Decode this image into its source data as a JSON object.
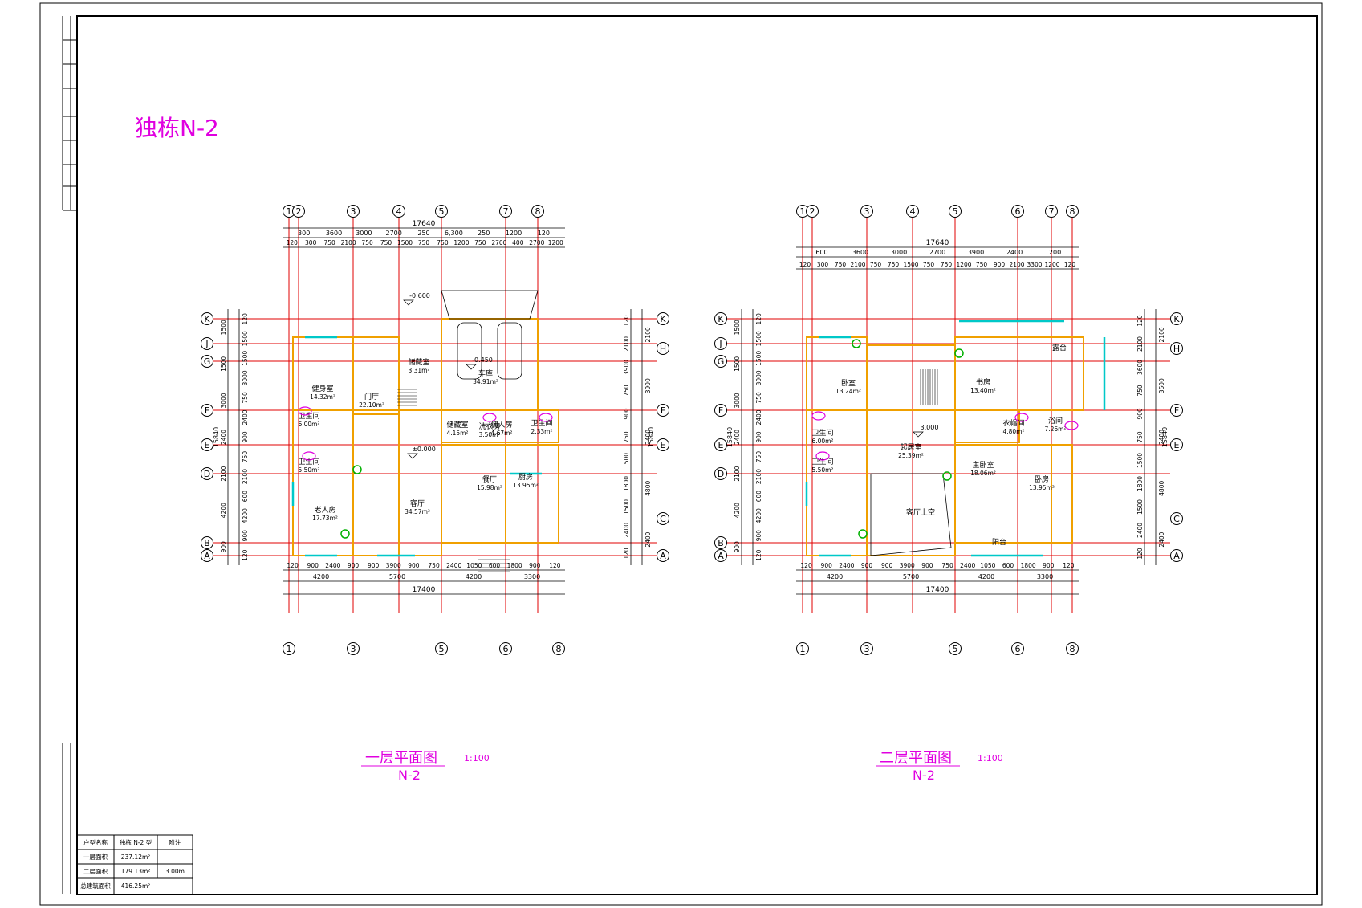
{
  "drawing_title": "独栋N-2",
  "plans": [
    {
      "caption": "一层平面图",
      "code": "N-2",
      "scale": "1:100",
      "top_total": "17640",
      "top_row1": [
        "300",
        "3600",
        "3000",
        "2700",
        "250",
        "6,300",
        "250",
        "1200",
        "120"
      ],
      "top_row2": [
        "120",
        "300",
        "750",
        "2100",
        "750",
        "750",
        "1500",
        "750",
        "750",
        "1200",
        "750",
        "2700",
        "400",
        "2700",
        "1200"
      ],
      "bottom_row1": [
        "120",
        "900",
        "2400",
        "900",
        "900",
        "3900",
        "900",
        "750",
        "2400",
        "1050",
        "600",
        "1800",
        "900",
        "120"
      ],
      "bottom_row2": [
        "4200",
        "5700",
        "4200",
        "3300"
      ],
      "bottom_total": "17400",
      "top_axes": [
        "1",
        "2",
        "3",
        "4",
        "5",
        "7",
        "8"
      ],
      "bottom_axes": [
        "1",
        "3",
        "5",
        "6",
        "8"
      ],
      "left_axes": [
        "K",
        "J",
        "G",
        "F",
        "E",
        "D",
        "B",
        "A"
      ],
      "right_axes": [
        "K",
        "H",
        "F",
        "E",
        "C",
        "A"
      ],
      "left_dims": [
        "120",
        "1500",
        "1500",
        "3000",
        "750",
        "2400",
        "900",
        "750",
        "2100",
        "600",
        "4200",
        "900",
        "120"
      ],
      "left_dims2": [
        "1500",
        "1500",
        "3000",
        "2400",
        "2100",
        "4200",
        "900"
      ],
      "left_total": "15840",
      "right_dims": [
        "120",
        "2100",
        "3900",
        "750",
        "900",
        "750",
        "1500",
        "1800",
        "1500",
        "2400",
        "120"
      ],
      "right_dims2": [
        "2100",
        "3900",
        "2400",
        "4800",
        "2400"
      ],
      "right_total": "15840",
      "rooms": [
        {
          "name": "健身室",
          "area": "14.32m²"
        },
        {
          "name": "门厅",
          "area": "22.10m²"
        },
        {
          "name": "储藏室",
          "area": "3.31m²"
        },
        {
          "name": "车库",
          "area": "34.91m²"
        },
        {
          "name": "卫生间",
          "area": "6.00m²"
        },
        {
          "name": "卫生间",
          "area": "5.50m²"
        },
        {
          "name": "老人房",
          "area": "17.73m²"
        },
        {
          "name": "客厅",
          "area": "34.57m²"
        },
        {
          "name": "储藏室",
          "area": "4.15m²"
        },
        {
          "name": "洗衣房",
          "area": "3.50m²"
        },
        {
          "name": "佣人房",
          "area": "4.67m²"
        },
        {
          "name": "卫生间",
          "area": "2.33m²"
        },
        {
          "name": "餐厅",
          "area": "15.98m²"
        },
        {
          "name": "厨房",
          "area": "13.95m²"
        }
      ],
      "levels": [
        "-0.600",
        "-0.450",
        "±0.000"
      ]
    },
    {
      "caption": "二层平面图",
      "code": "N-2",
      "scale": "1:100",
      "top_total": "17640",
      "top_row1": [
        "600",
        "3600",
        "3000",
        "2700",
        "3900",
        "2400",
        "1200"
      ],
      "top_row2": [
        "120",
        "300",
        "750",
        "2100",
        "750",
        "750",
        "1500",
        "750",
        "750",
        "1200",
        "750",
        "900",
        "2100",
        "3300",
        "1200",
        "120"
      ],
      "bottom_row1": [
        "120",
        "900",
        "2400",
        "900",
        "900",
        "3900",
        "900",
        "750",
        "2400",
        "1050",
        "600",
        "1800",
        "900",
        "120"
      ],
      "bottom_row2": [
        "4200",
        "5700",
        "4200",
        "3300"
      ],
      "bottom_total": "17400",
      "top_axes": [
        "1",
        "2",
        "3",
        "4",
        "5",
        "6",
        "7",
        "8"
      ],
      "bottom_axes": [
        "1",
        "3",
        "5",
        "6",
        "8"
      ],
      "left_axes": [
        "K",
        "J",
        "G",
        "F",
        "E",
        "D",
        "B",
        "A"
      ],
      "right_axes": [
        "K",
        "H",
        "F",
        "E",
        "C",
        "A"
      ],
      "left_dims": [
        "120",
        "1500",
        "1500",
        "3000",
        "750",
        "2400",
        "900",
        "750",
        "2100",
        "600",
        "4200",
        "900",
        "120"
      ],
      "left_dims2": [
        "1500",
        "1500",
        "3000",
        "2400",
        "2100",
        "4200",
        "900"
      ],
      "left_total": "15840",
      "right_dims": [
        "120",
        "2100",
        "3600",
        "750",
        "900",
        "750",
        "1500",
        "1800",
        "1500",
        "2400",
        "120"
      ],
      "right_dims2": [
        "2100",
        "3600",
        "2400",
        "4800",
        "2400"
      ],
      "right_total": "15840",
      "rooms": [
        {
          "name": "卧室",
          "area": "13.24m²"
        },
        {
          "name": "书房",
          "area": "13.40m²"
        },
        {
          "name": "露台",
          "area": ""
        },
        {
          "name": "卫生间",
          "area": "6.00m²"
        },
        {
          "name": "卫生间",
          "area": "5.50m²"
        },
        {
          "name": "起居室",
          "area": "25.39m²"
        },
        {
          "name": "衣帽间",
          "area": "4.80m²"
        },
        {
          "name": "浴间",
          "area": "7.26m²"
        },
        {
          "name": "主卧室",
          "area": "18.06m²"
        },
        {
          "name": "卧房",
          "area": "13.95m²"
        },
        {
          "name": "客厅上空",
          "area": ""
        },
        {
          "name": "阳台",
          "area": ""
        }
      ],
      "levels": [
        "3.000"
      ]
    }
  ],
  "title_block": {
    "rows": [
      [
        "户型名称",
        "独栋 N-2 型",
        "附注"
      ],
      [
        "一层面积",
        "237.12m²",
        ""
      ],
      [
        "二层面积",
        "179.13m²",
        "3.00m"
      ],
      [
        "总建筑面积",
        "416.25m²",
        ""
      ]
    ]
  },
  "colors": {
    "axis": "#e00000",
    "wall": "#f0a000",
    "window": "#00c8c8",
    "dim": "#000000",
    "label": "#e000e0",
    "fixture": "#e000e0",
    "plant": "#00b000"
  }
}
